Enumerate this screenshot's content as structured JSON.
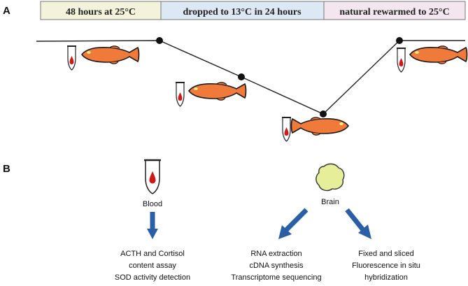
{
  "panel_a": {
    "label": "A",
    "phases": [
      {
        "label": "48 hours at 25°C",
        "color": "#f3f3dc"
      },
      {
        "label": "dropped to 13°C in 24 hours",
        "color": "#dce9f5"
      },
      {
        "label": "natural rewarmed to 25°C",
        "color": "#f3e6ee"
      }
    ]
  },
  "panel_b": {
    "label": "B",
    "blood_label": "Blood",
    "brain_label": "Brain",
    "outcomes": {
      "blood": [
        "ACTH and Cortisol",
        "content assay",
        "SOD  activity detection"
      ],
      "brain_left": [
        "RNA extraction",
        "cDNA synthesis",
        "Transcriptome sequencing"
      ],
      "brain_right": [
        "Fixed and sliced",
        "Fluorescence in situ",
        "hybridization"
      ]
    }
  },
  "colors": {
    "fish_body": "#f07a3a",
    "fish_outline": "#1a1a1a",
    "blood": "#d01818",
    "brain": "#e6ee9a",
    "arrow": "#2a5fa8",
    "line": "#222222"
  }
}
